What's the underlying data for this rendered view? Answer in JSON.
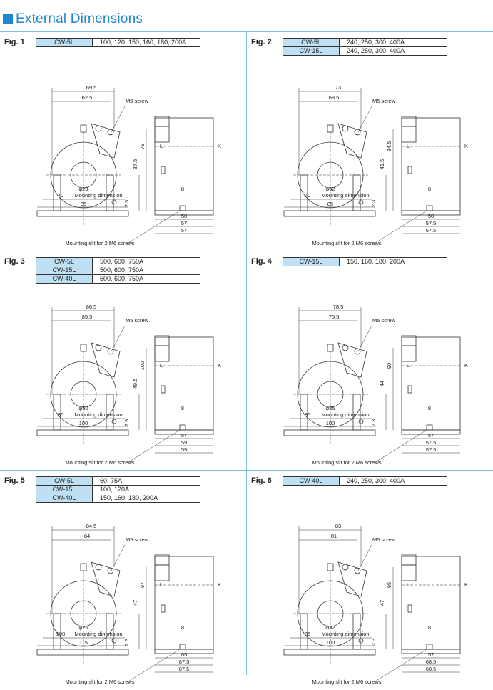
{
  "page_title": "External Dimensions",
  "common": {
    "m5_screw": "M5 screw",
    "slit_note": "Mounting slit for 2 M6 screws",
    "mount_suffix": "Mounting dimension",
    "label_l": "L",
    "label_k": "K",
    "dim_8": "8",
    "dim_2_3": "2.3"
  },
  "figures": [
    {
      "label": "Fig. 1",
      "rows": [
        {
          "model": "CW-5L",
          "ratings": "100, 120, 150, 160, 180, 200A"
        }
      ],
      "dims": {
        "w_top": "69.5",
        "w_second": "62.5",
        "height": "78",
        "center": "37.5",
        "hole": "φ23",
        "mount": "70",
        "base": "85",
        "side_top": "50",
        "side_mid": "57",
        "side_bot": "57"
      }
    },
    {
      "label": "Fig. 2",
      "rows": [
        {
          "model": "CW-5L",
          "ratings": "240, 250, 300, 400A"
        },
        {
          "model": "CW-15L",
          "ratings": "240, 250, 300, 400A"
        }
      ],
      "dims": {
        "w_top": "73",
        "w_second": "68.5",
        "height": "84.5",
        "center": "41.5",
        "hole": "φ32",
        "mount": "70",
        "base": "85",
        "side_top": "50",
        "side_mid": "57.5",
        "side_bot": "57.5"
      }
    },
    {
      "label": "Fig. 3",
      "rows": [
        {
          "model": "CW-5L",
          "ratings": "500, 600, 750A"
        },
        {
          "model": "CW-15L",
          "ratings": "500, 600, 750A"
        },
        {
          "model": "CW-40L",
          "ratings": "500, 600, 750A"
        }
      ],
      "dims": {
        "w_top": "86.5",
        "w_second": "85.5",
        "height": "100",
        "center": "49.5",
        "hole": "φ50",
        "mount": "85",
        "base": "100",
        "side_top": "57",
        "side_mid": "59",
        "side_bot": "59"
      }
    },
    {
      "label": "Fig. 4",
      "rows": [
        {
          "model": "CW-15L",
          "ratings": "150, 160, 180, 200A"
        }
      ],
      "dims": {
        "w_top": "78.5",
        "w_second": "75.5",
        "height": "90",
        "center": "44",
        "hole": "φ25",
        "mount": "85",
        "base": "100",
        "side_top": "57",
        "side_mid": "57.5",
        "side_bot": "57.5"
      }
    },
    {
      "label": "Fig. 5",
      "rows": [
        {
          "model": "CW-5L",
          "ratings": "60, 75A"
        },
        {
          "model": "CW-15L",
          "ratings": "100, 120A"
        },
        {
          "model": "CW-40L",
          "ratings": "150, 160, 180, 200A"
        }
      ],
      "dims": {
        "w_top": "84.5",
        "w_second": "84",
        "height": "97",
        "center": "47",
        "hole": "φ26",
        "mount": "100",
        "base": "115",
        "side_top": "65",
        "side_mid": "87.5",
        "side_bot": "87.5"
      }
    },
    {
      "label": "Fig. 6",
      "rows": [
        {
          "model": "CW-40L",
          "ratings": "240, 250, 300, 400A"
        }
      ],
      "dims": {
        "w_top": "83",
        "w_second": "81",
        "height": "95",
        "center": "47",
        "hole": "φ32",
        "mount": "85",
        "base": "100",
        "side_top": "57",
        "side_mid": "68.5",
        "side_bot": "68.5"
      }
    }
  ]
}
